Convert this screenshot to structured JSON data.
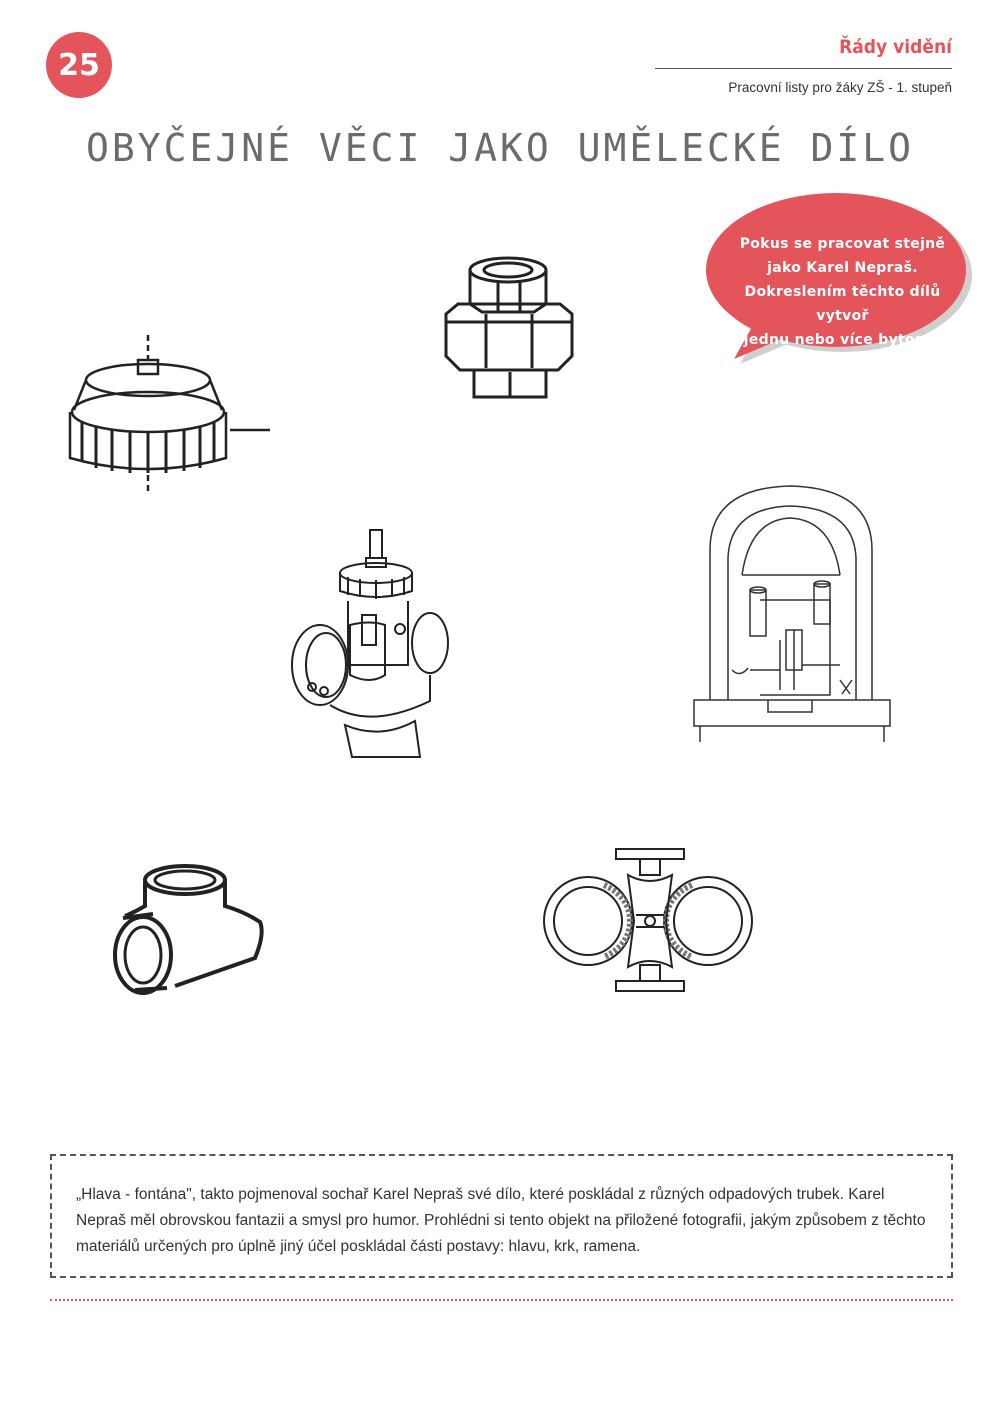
{
  "page_number": "25",
  "series_title": "Řády vidění",
  "subtitle": "Pracovní listy pro žáky ZŠ - 1. stupeň",
  "title": "OBYČEJNÉ VĚCI JAKO UMĚLECKÉ DÍLO",
  "bubble": {
    "lines": [
      "Pokus se pracovat stejně",
      "jako Karel Nepraš.",
      "Dokreslením těchto dílů vytvoř",
      "jednu nebo více bytostí."
    ],
    "color": "#e4555b"
  },
  "note_text": "„Hlava - fontána\", takto pojmenoval sochař Karel Nepraš své dílo, které poskládal z různých odpadových trubek. Karel Nepraš měl obrovskou fantazii a smysl pro humor. Prohlédni si tento objekt na přiložené fotografii, jakým způsobem z těchto materiálů určených pro úplně jiný účel poskládal části postavy: hlavu, krk, ramena.",
  "accent_color": "#e4555b"
}
